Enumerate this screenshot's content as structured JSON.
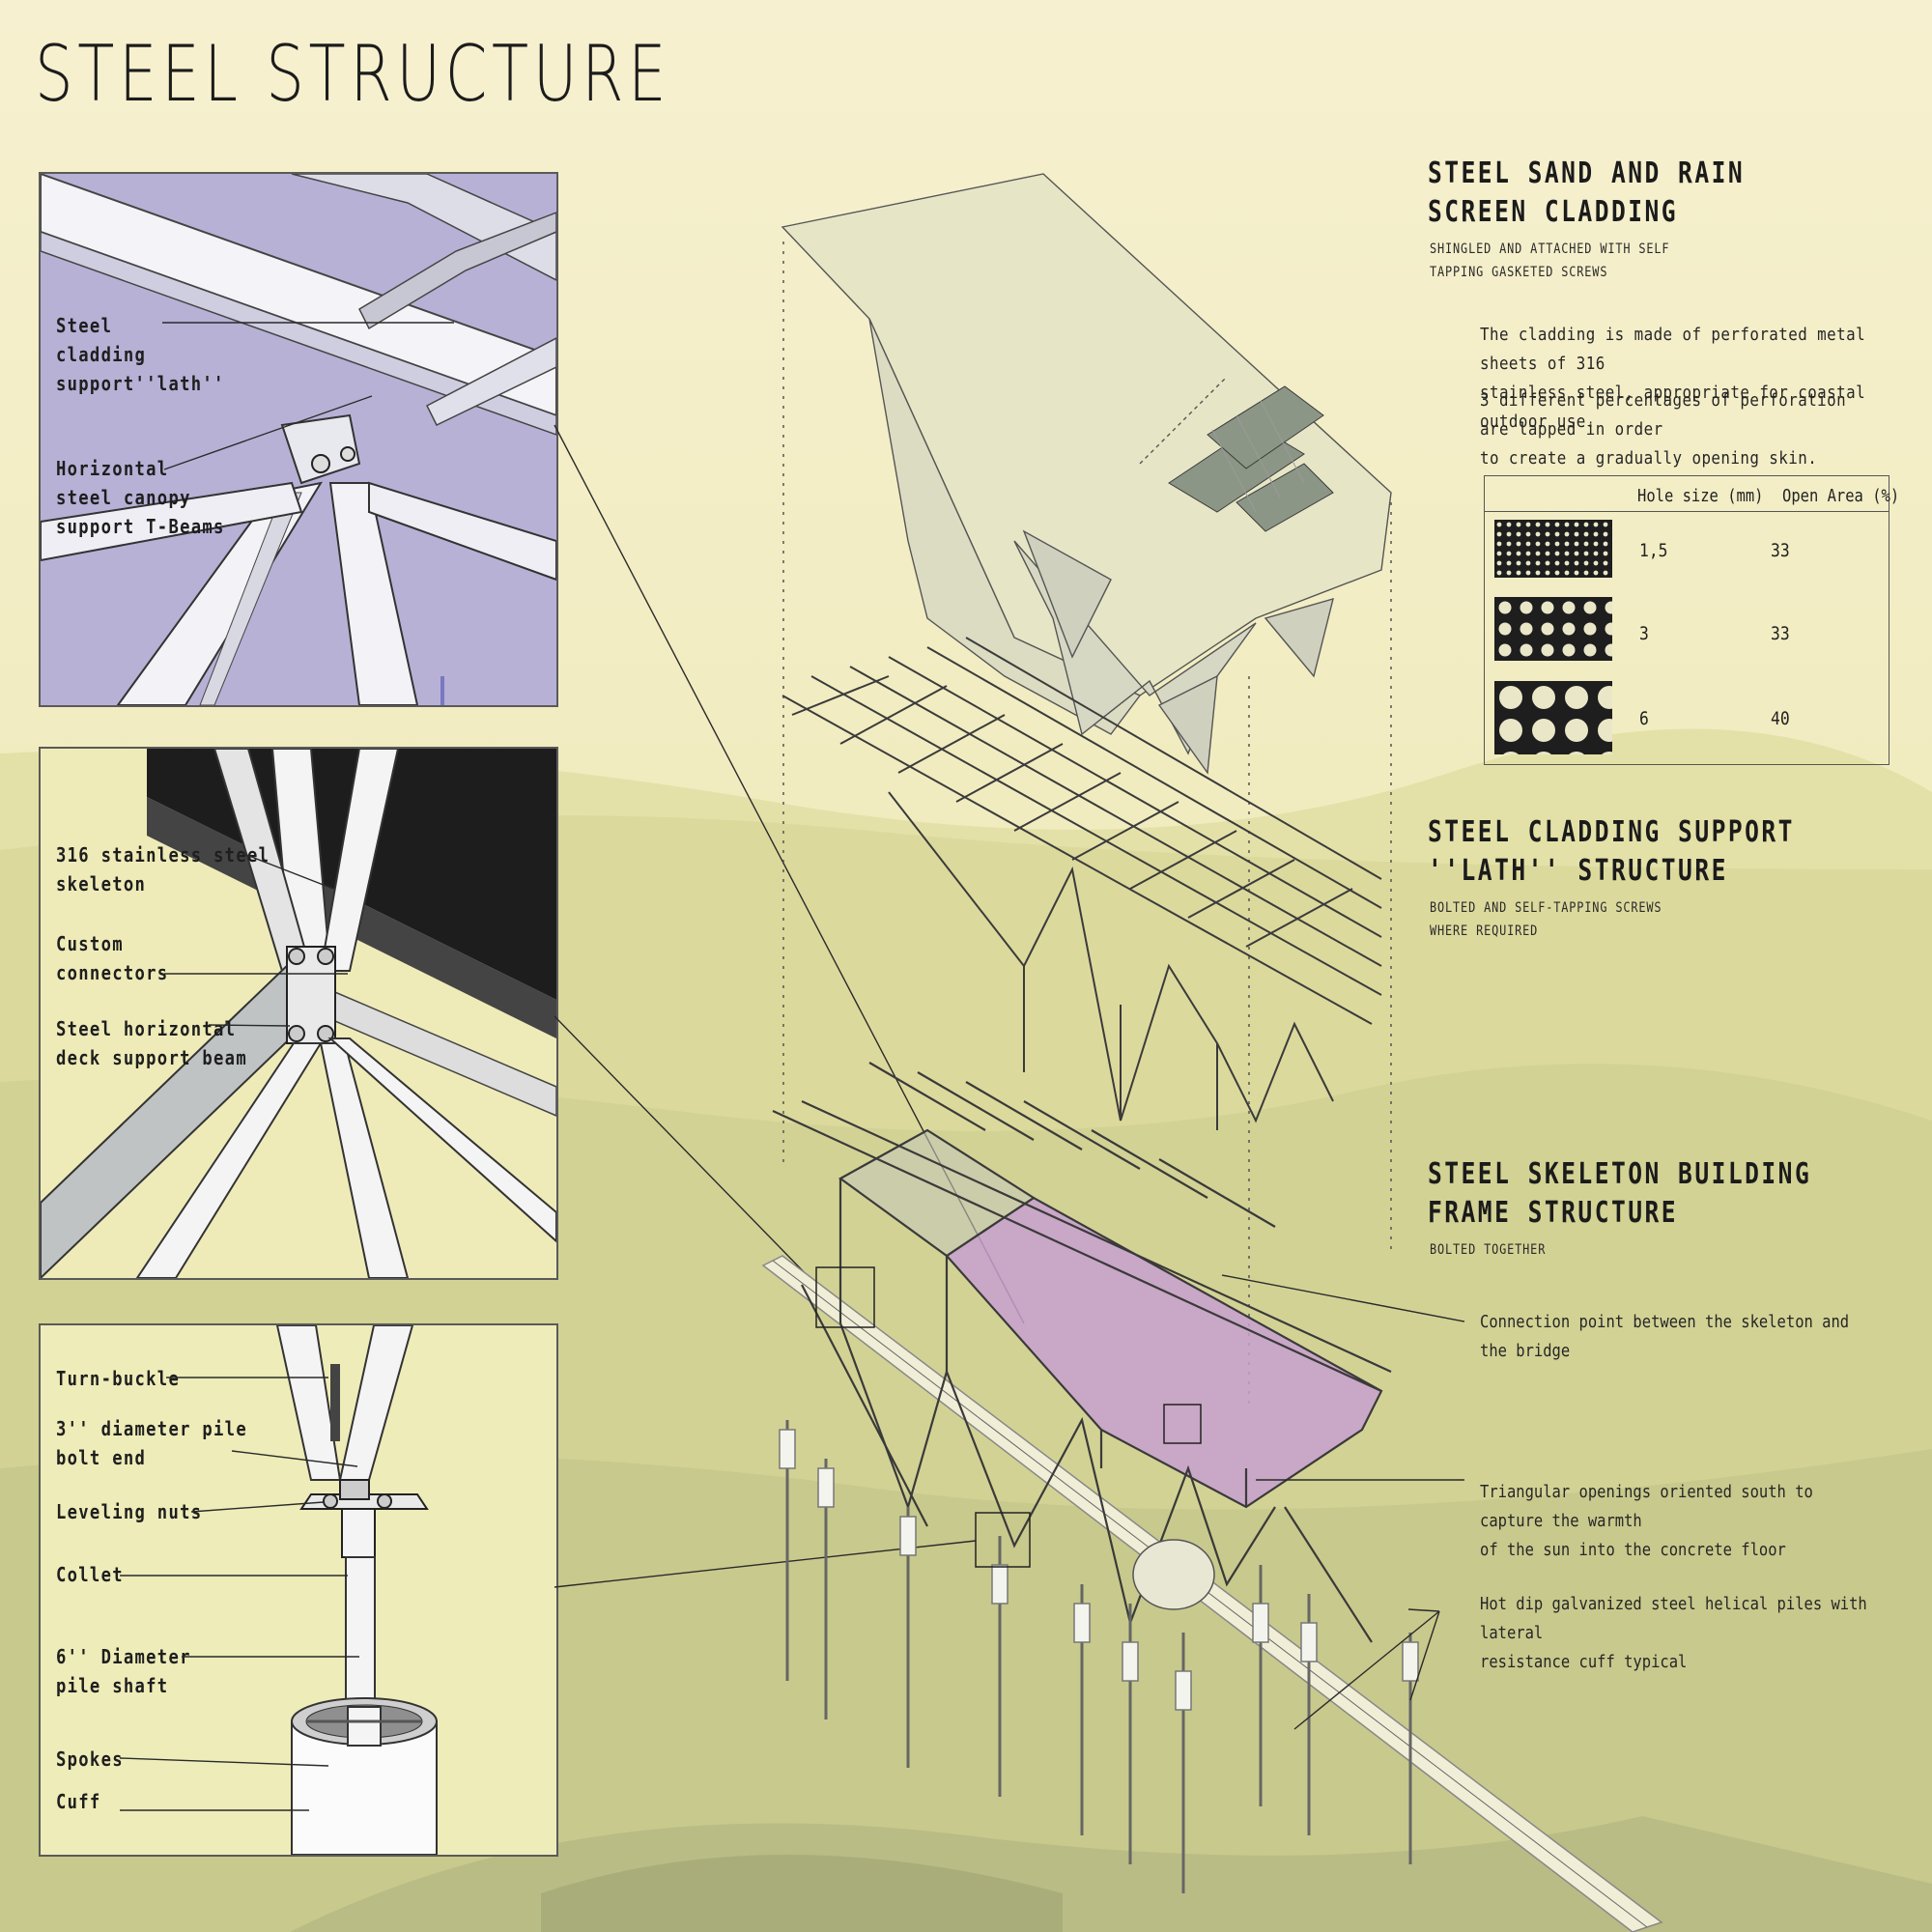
{
  "page": {
    "title": "STEEL STRUCTURE",
    "colors": {
      "background_top": "#f5efcc",
      "background_mid": "#dedba0",
      "hills": "#b7ba84",
      "panel_purple": "#b9b3d4",
      "cladding_pink": "#c99bcd"
    }
  },
  "panels": [
    {
      "id": "canopy-detail",
      "callouts": [
        {
          "label": "Steel\ncladding\nsupport''lath''"
        },
        {
          "label": "Horizontal\nsteel canopy\nsupport T-Beams"
        }
      ]
    },
    {
      "id": "skeleton-detail",
      "callouts": [
        {
          "label": "316 stainless steel\nskeleton"
        },
        {
          "label": "Custom\nconnectors"
        },
        {
          "label": "Steel horizontal\ndeck support beam"
        }
      ]
    },
    {
      "id": "pile-detail",
      "callouts": [
        {
          "label": "Turn-buckle"
        },
        {
          "label": "3'' diameter pile\nbolt end"
        },
        {
          "label": "Leveling nuts"
        },
        {
          "label": "Collet"
        },
        {
          "label": "6'' Diameter\npile shaft"
        },
        {
          "label": "Spokes"
        },
        {
          "label": "Cuff"
        }
      ]
    }
  ],
  "layers": [
    {
      "heading": "STEEL SAND AND RAIN\nSCREEN CLADDING",
      "subheading": "SHINGLED AND ATTACHED WITH SELF\nTAPPING GASKETED SCREWS"
    },
    {
      "heading": "STEEL CLADDING SUPPORT\n''LATH'' STRUCTURE",
      "subheading": "BOLTED AND SELF-TAPPING SCREWS\nWHERE REQUIRED"
    },
    {
      "heading": "STEEL SKELETON BUILDING\nFRAME STRUCTURE",
      "subheading": "BOLTED TOGETHER"
    }
  ],
  "cladding_description": [
    "The cladding is made of perforated metal sheets of 316\nstainless steel, appropriate for coastal outdoor use.",
    "3 different percentages of perforation are lapped in order\nto create a gradually opening skin."
  ],
  "perforation_table": {
    "headers": [
      "Hole size (mm)",
      "Open Area (%)"
    ],
    "rows": [
      {
        "hole_size": "1,5",
        "open_area": "33",
        "pattern": "small-holes"
      },
      {
        "hole_size": "3",
        "open_area": "33",
        "pattern": "medium-holes"
      },
      {
        "hole_size": "6",
        "open_area": "40",
        "pattern": "large-holes"
      }
    ]
  },
  "annotations": [
    "Connection point between the skeleton and the bridge",
    "Triangular openings oriented south to capture the warmth\nof the sun into the concrete floor",
    "Hot dip galvanized steel helical piles with lateral\nresistance cuff typical"
  ]
}
